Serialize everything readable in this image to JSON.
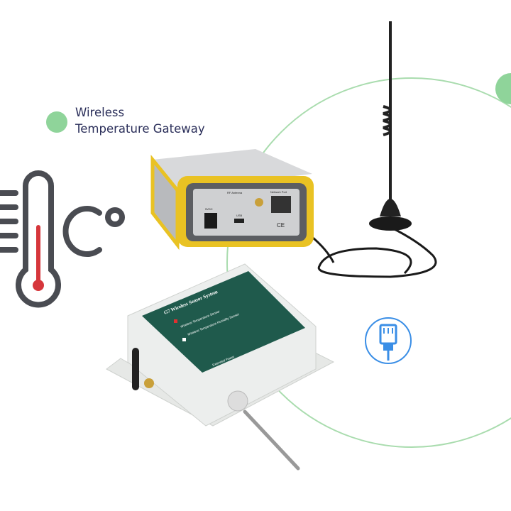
{
  "caption": {
    "line1": "Wireless",
    "line2": "Temperature Gateway"
  },
  "thermometer": {
    "unit_symbol": "C°"
  },
  "gateway_device": {
    "port_labels": [
      "5VDC",
      "USB",
      "RF Antenna",
      "Network Port"
    ],
    "mark": "CE"
  },
  "sensor_device": {
    "title": "G7 Wireless Sensor System",
    "options": [
      "Wireless Temperature Sensor",
      "Wireless Temperature Humidity Sensor"
    ],
    "footer": "Extended Power"
  },
  "colors": {
    "accent_green": "#8fd49a",
    "circle_line": "#a9dcae",
    "caption_text": "#2b2f5a",
    "thermo_gray": "#4a4c52",
    "thermo_red": "#d6363b",
    "gateway_yellow": "#e9c223",
    "sensor_panel": "#1f5a4c",
    "ethernet_blue": "#3a8ee6"
  },
  "icons": [
    "thermometer-icon",
    "celsius-icon",
    "ethernet-plug-icon",
    "antenna-icon"
  ]
}
